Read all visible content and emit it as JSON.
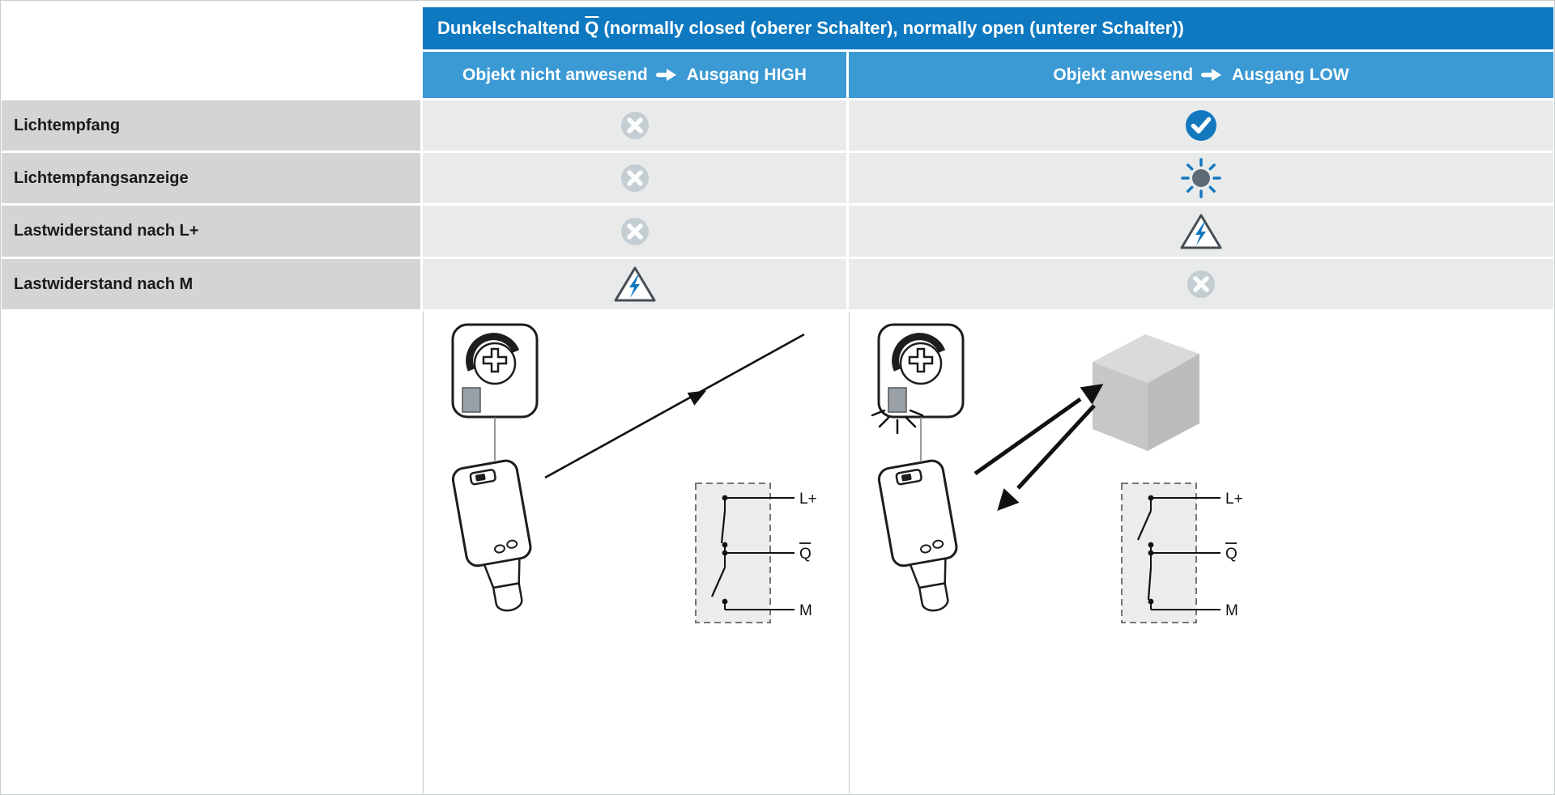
{
  "header": {
    "title_prefix": "Dunkelschaltend ",
    "title_q": "Q",
    "title_suffix": " (normally closed (oberer Schalter), normally open (unterer Schalter))"
  },
  "columns": [
    {
      "label_left": "Objekt nicht anwesend",
      "label_right": "Ausgang HIGH"
    },
    {
      "label_left": "Objekt anwesend",
      "label_right": "Ausgang LOW"
    }
  ],
  "rows": [
    {
      "label": "Lichtempfang",
      "col1_icon": "cross-circle",
      "col2_icon": "check-circle"
    },
    {
      "label": "Lichtempfangsanzeige",
      "col1_icon": "cross-circle",
      "col2_icon": "led-on"
    },
    {
      "label": "Lastwiderstand nach L+",
      "col1_icon": "cross-circle",
      "col2_icon": "warning-lightning"
    },
    {
      "label": "Lastwiderstand nach M",
      "col1_icon": "warning-lightning",
      "col2_icon": "cross-circle"
    }
  ],
  "circuit": {
    "lplus": "L+",
    "q": "Q",
    "m": "M"
  },
  "colors": {
    "header_blue": "#0e79c0",
    "subheader_blue": "#3b99d4",
    "row_label_gray": "#d3d4d5",
    "icon_cell_gray": "#e9ebeb",
    "active_blue": "#1478bf",
    "disabled_gray": "#c3cdd2",
    "led_dark_gray": "#5c6b74"
  }
}
